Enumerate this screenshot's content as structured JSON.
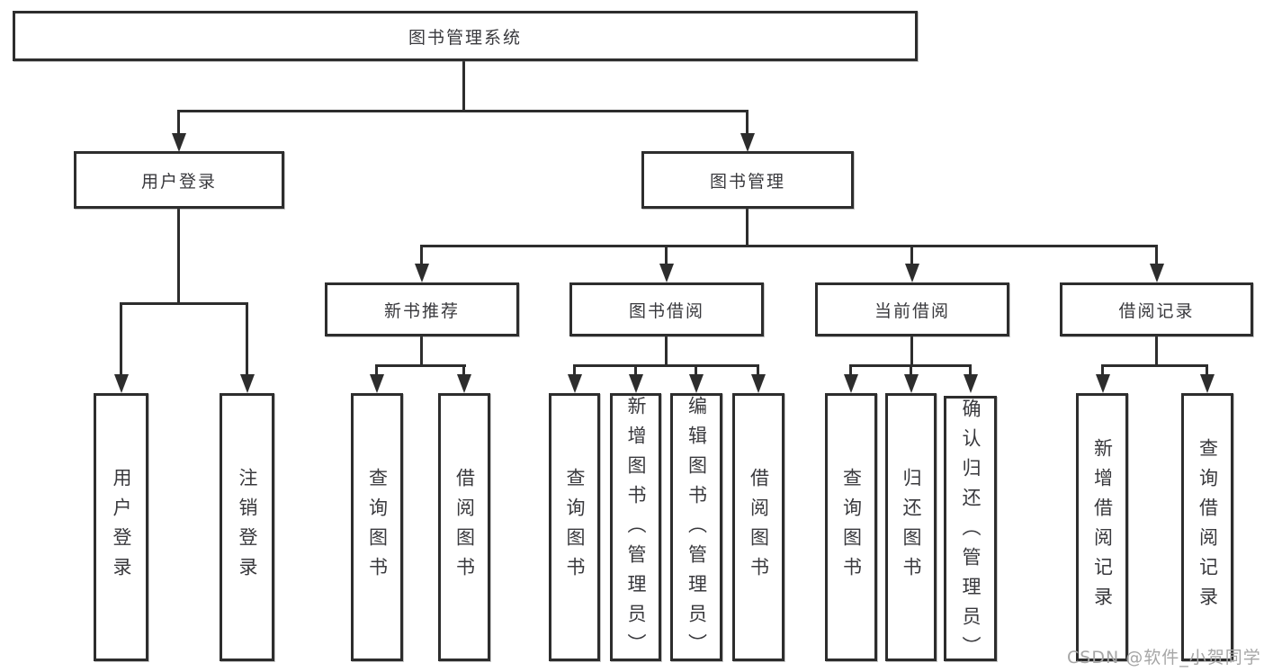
{
  "diagram_type": "functional-structure-tree",
  "colors": {
    "background": "#ffffff",
    "line": "#2d2d2d",
    "box_border": "#2d2d2d",
    "text": "#39393d",
    "watermark_text": "#a6a6a6"
  },
  "watermark": "CSDN @软件_小贺同学",
  "tree": {
    "label": "图书管理系统",
    "children": [
      {
        "label": "用户登录",
        "children": [
          {
            "label": "用户登录"
          },
          {
            "label": "注销登录"
          }
        ]
      },
      {
        "label": "图书管理",
        "children": [
          {
            "label": "新书推荐",
            "children": [
              {
                "label": "查询图书"
              },
              {
                "label": "借阅图书"
              }
            ]
          },
          {
            "label": "图书借阅",
            "children": [
              {
                "label": "查询图书"
              },
              {
                "label": "新增图书（管理员）"
              },
              {
                "label": "编辑图书（管理员）"
              },
              {
                "label": "借阅图书"
              }
            ]
          },
          {
            "label": "当前借阅",
            "children": [
              {
                "label": "查询图书"
              },
              {
                "label": "归还图书"
              },
              {
                "label": "确认归还（管理员）"
              }
            ]
          },
          {
            "label": "借阅记录",
            "children": [
              {
                "label": "新增借阅记录"
              },
              {
                "label": "查询借阅记录"
              }
            ]
          }
        ]
      }
    ]
  }
}
